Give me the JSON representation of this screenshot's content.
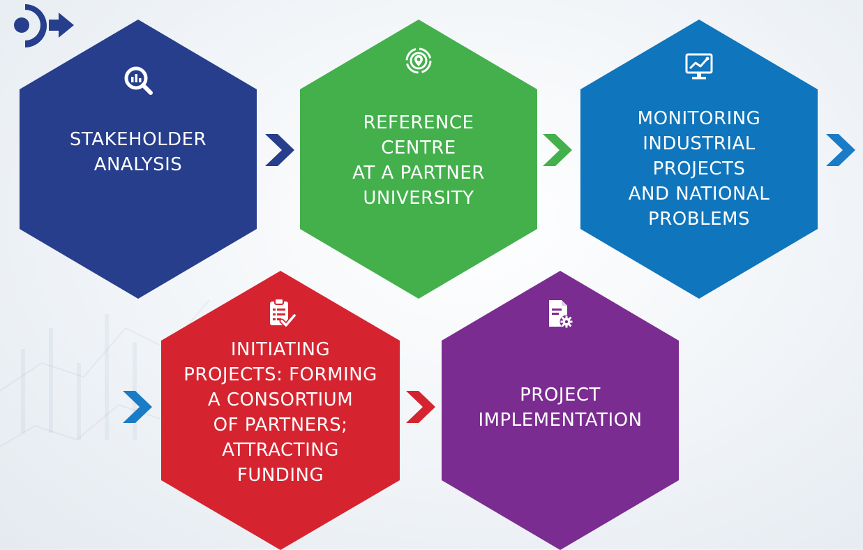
{
  "colors": {
    "blue_dark": "#263e8c",
    "green": "#43b04c",
    "blue": "#0f75bc",
    "red": "#d52430",
    "purple": "#7b2c90",
    "chevron_dark_blue": "#263e8c",
    "chevron_green": "#43b04c",
    "chevron_blue": "#1a7cc6",
    "chevron_red": "#d52430",
    "logo": "#263e8c"
  },
  "steps": [
    {
      "label": "STAKEHOLDER\nANALYSIS",
      "icon": "magnifier-chart-icon"
    },
    {
      "label": "REFERENCE\nCENTRE\nAT A PARTNER\nUNIVERSITY",
      "icon": "location-target-icon"
    },
    {
      "label": "MONITORING\nINDUSTRIAL\nPROJECTS\nAND NATIONAL\nPROBLEMS",
      "icon": "monitor-chart-icon"
    },
    {
      "label": "INITIATING\nPROJECTS: FORMING\nA CONSORTIUM\nOF PARTNERS;\nATTRACTING\nFUNDING",
      "icon": "clipboard-check-icon"
    },
    {
      "label": "PROJECT\nIMPLEMENTATION",
      "icon": "document-gear-icon"
    }
  ],
  "logo_icon": "brand-logo-icon"
}
